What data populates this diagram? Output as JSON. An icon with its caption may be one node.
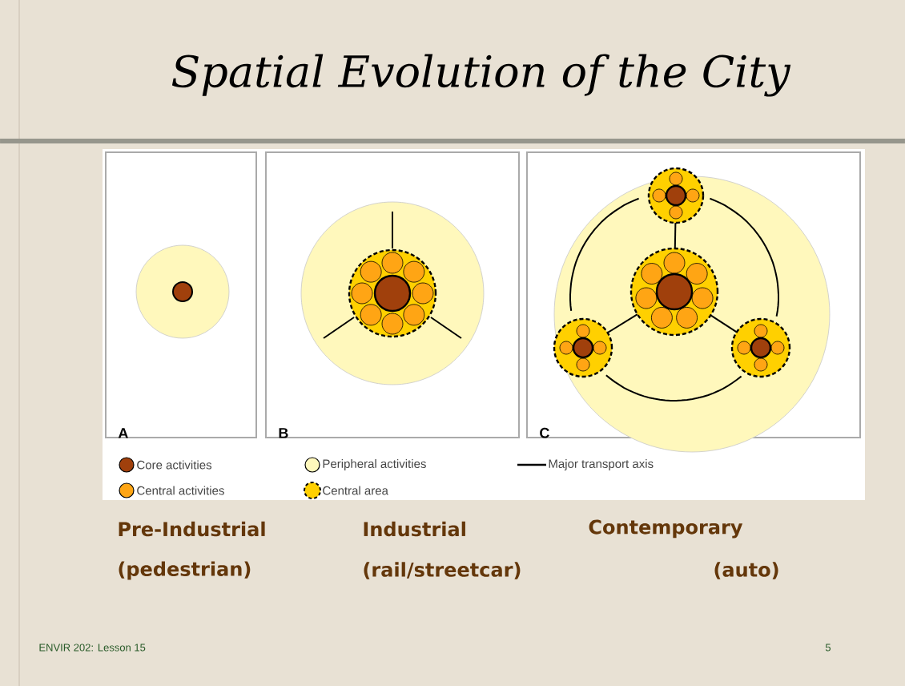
{
  "diagram": {
    "title": "Spatial Evolution of the City",
    "nodes": [
      {
        "text": [
          "A"
        ]
      },
      {
        "text": [
          "B"
        ]
      },
      {
        "text": [
          "C"
        ]
      }
    ],
    "labels": [
      "Pre-Industrial",
      "Industrial",
      "Contemporary",
      "(pedestrian)",
      "(rail/streetcar)",
      "(auto)",
      "ENVIR 202: Lesson 15",
      "5"
    ],
    "legend": [
      {
        "text": "Core activities",
        "color": "#a0400c"
      },
      {
        "text": "Peripheral activities",
        "color": "#fff8bc"
      },
      {
        "text": "Major transport axis"
      },
      {
        "text": "Central activities",
        "color": "#ffa514"
      },
      {
        "text": "Central area"
      }
    ]
  }
}
